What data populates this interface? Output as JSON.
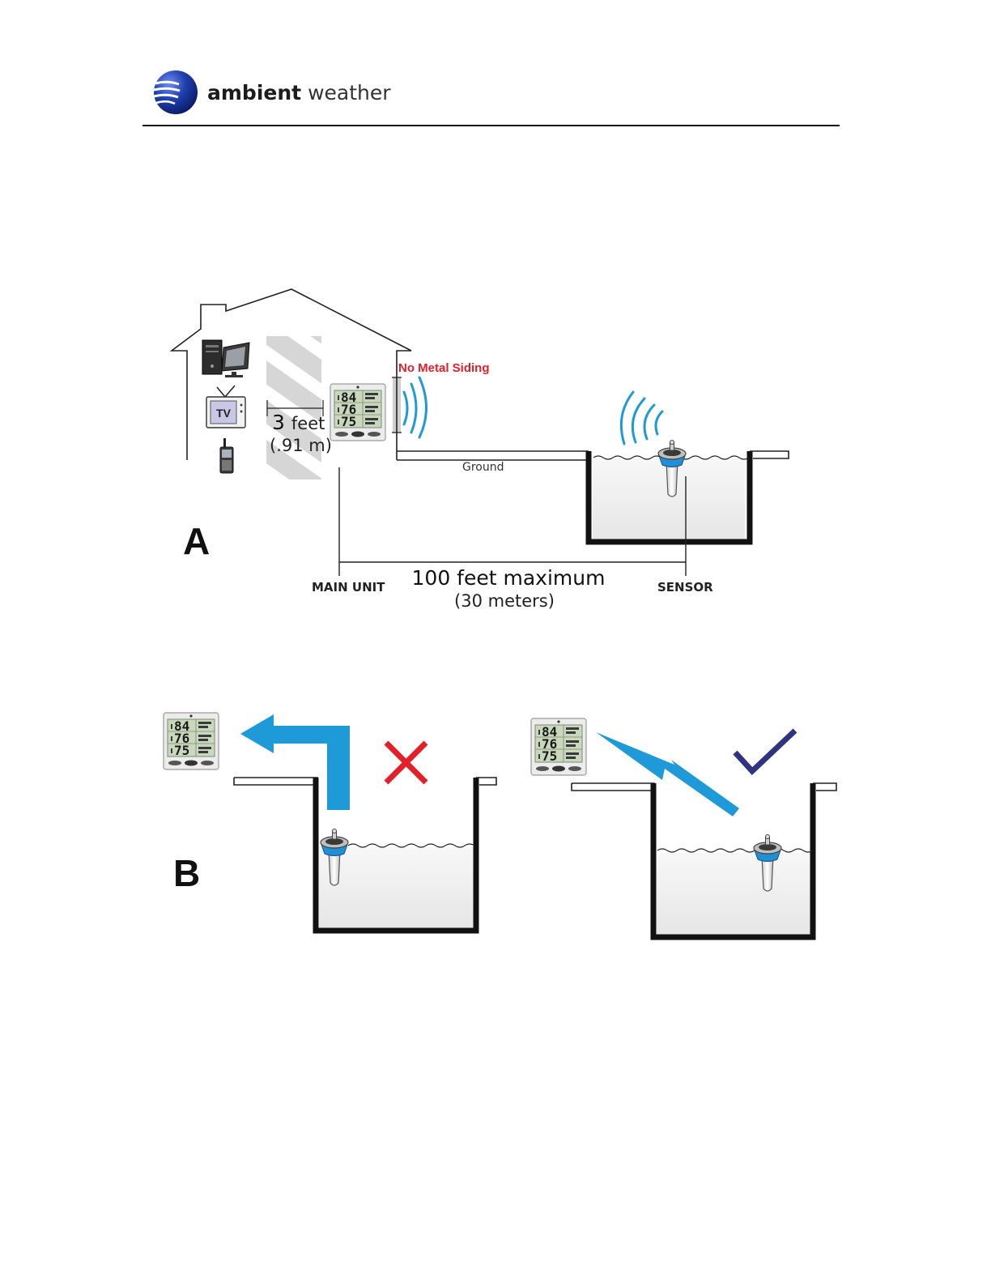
{
  "brand": {
    "name_bold": "ambient",
    "name_light": "weather"
  },
  "diagram_a": {
    "letter": "A",
    "tv_label": "TV",
    "distance_feet_number": "3",
    "distance_feet_unit": "feet",
    "distance_metric": "(.91 m)",
    "no_metal_siding": "No Metal Siding",
    "ground": "Ground",
    "main_unit": "MAIN UNIT",
    "sensor": "SENSOR",
    "max_distance": "100 feet maximum",
    "max_distance_metric": "(30 meters)"
  },
  "diagram_b": {
    "letter": "B"
  },
  "lcd": {
    "row1": "84",
    "row2": "76",
    "row3": "75"
  },
  "colors": {
    "signal_blue": "#1e9ad8",
    "no_metal_red": "#e3202a",
    "cross_red": "#e3202a",
    "check_navy": "#2e3480",
    "logo_blue": "#1d3fa8",
    "lcd_green": "#c9d8bd"
  },
  "icons": [
    "globe-logo-icon",
    "desktop-computer-icon",
    "tv-icon",
    "cell-phone-icon",
    "display-console-icon",
    "floating-sensor-icon",
    "wave-signal-icon",
    "cross-mark-icon",
    "check-mark-icon"
  ]
}
